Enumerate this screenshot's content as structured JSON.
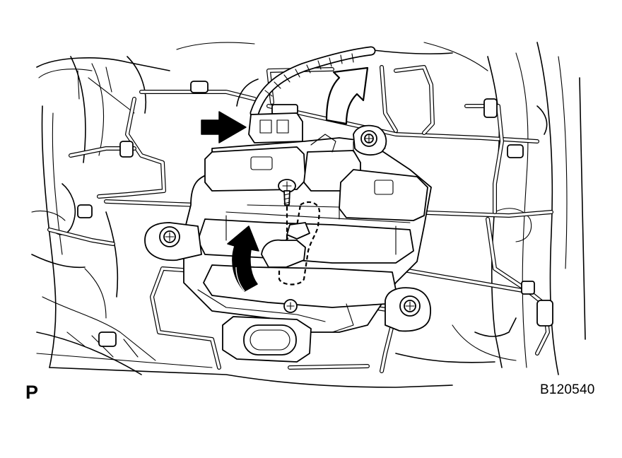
{
  "labels": {
    "view_letter": "P",
    "figure_code": "B120540"
  },
  "callouts": {
    "push_arrow": "black-arrow-pointing-right",
    "rotate_arrow": "curved-arrow-up",
    "lift_arrow": "hollow-curved-arrow-up"
  }
}
